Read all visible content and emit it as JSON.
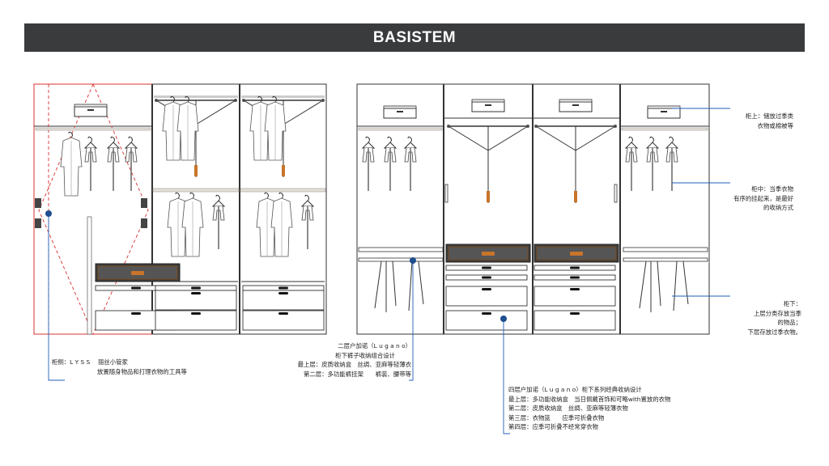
{
  "header": {
    "title": "BASISTEM"
  },
  "annotations": {
    "left": [
      "柜侧：L Y S S　 丽丝小管家",
      "放置随身物品和打理衣物的工具等"
    ],
    "lugano2": [
      "二层户加诺（L u g a n o）",
      "柜下裤子收纳组合设计",
      "最上层：皮质收纳盒　丝绸、亚麻等轻薄衣",
      "第二层：多功能裤挂架　　裤装、腰带等"
    ],
    "lugano4": [
      "四层户加诺（L u g a n o）柜下系列经典收纳设计",
      "最上层：多功能收纳盒　当日佩戴首饰和可略with置放的衣物",
      "第二层：皮质收纳盒　丝绸、亚麻等轻薄衣物",
      "第三层：衣物篮　　应季可折叠衣物",
      "第四层：应季可折叠不经常穿衣物"
    ],
    "top_right": [
      "柜上：储放过季类",
      "衣物或棉被等"
    ],
    "mid_right": [
      "柜中：当季衣物",
      "有序的挂起来，是最好",
      "的收纳方式"
    ],
    "bottom_right": [
      "柜下：",
      "上层分类存放当季",
      "的物品；",
      "下层存放过季衣物。"
    ]
  },
  "colors": {
    "banner": "#3a3b3d",
    "accent_line": "#1f5fb8",
    "dot": "#1e4f8f",
    "red_guide": "#d93030",
    "drawer_dark": "#3d3d3d",
    "handle": "#c8742a"
  }
}
